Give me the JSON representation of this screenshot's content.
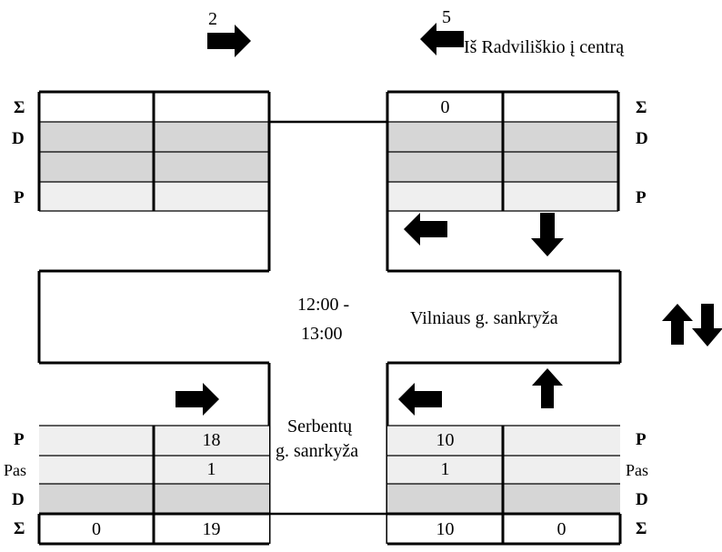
{
  "colors": {
    "line": "#000000",
    "light_row": "#efefef",
    "dark_row": "#d6d6d6",
    "white_row": "#ffffff"
  },
  "arrow_labels": {
    "top_left": "2",
    "top_right": "5"
  },
  "title": "Iš Radviliškio į centrą",
  "time": {
    "line1": "12:00 -",
    "line2": "13:00"
  },
  "intersection_vilniaus": "Vilniaus g. sankryža",
  "intersection_serbentu": {
    "line1": "Serbentų",
    "line2": "g. sanrkyža"
  },
  "row_labels": {
    "sum": "Σ",
    "d": "D",
    "p": "P",
    "pas": "Pas"
  },
  "tables": {
    "top_left": {
      "sum": [
        "",
        ""
      ],
      "d1": [
        "",
        ""
      ],
      "d2": [
        "",
        ""
      ],
      "p": [
        "",
        ""
      ]
    },
    "top_right": {
      "sum": [
        "0",
        ""
      ],
      "d1": [
        "",
        ""
      ],
      "d2": [
        "",
        ""
      ],
      "p": [
        "",
        ""
      ]
    },
    "bottom_left": {
      "p": [
        "",
        "18"
      ],
      "pas": [
        "",
        "1"
      ],
      "d": [
        "",
        ""
      ],
      "sum": [
        "0",
        "19"
      ]
    },
    "bottom_right": {
      "p": [
        "10",
        ""
      ],
      "pas": [
        "1",
        ""
      ],
      "d": [
        "",
        ""
      ],
      "sum": [
        "10",
        "0"
      ]
    }
  },
  "icons": [
    "arrow-right-icon",
    "arrow-left-icon",
    "arrow-down-icon",
    "arrow-up-icon"
  ]
}
